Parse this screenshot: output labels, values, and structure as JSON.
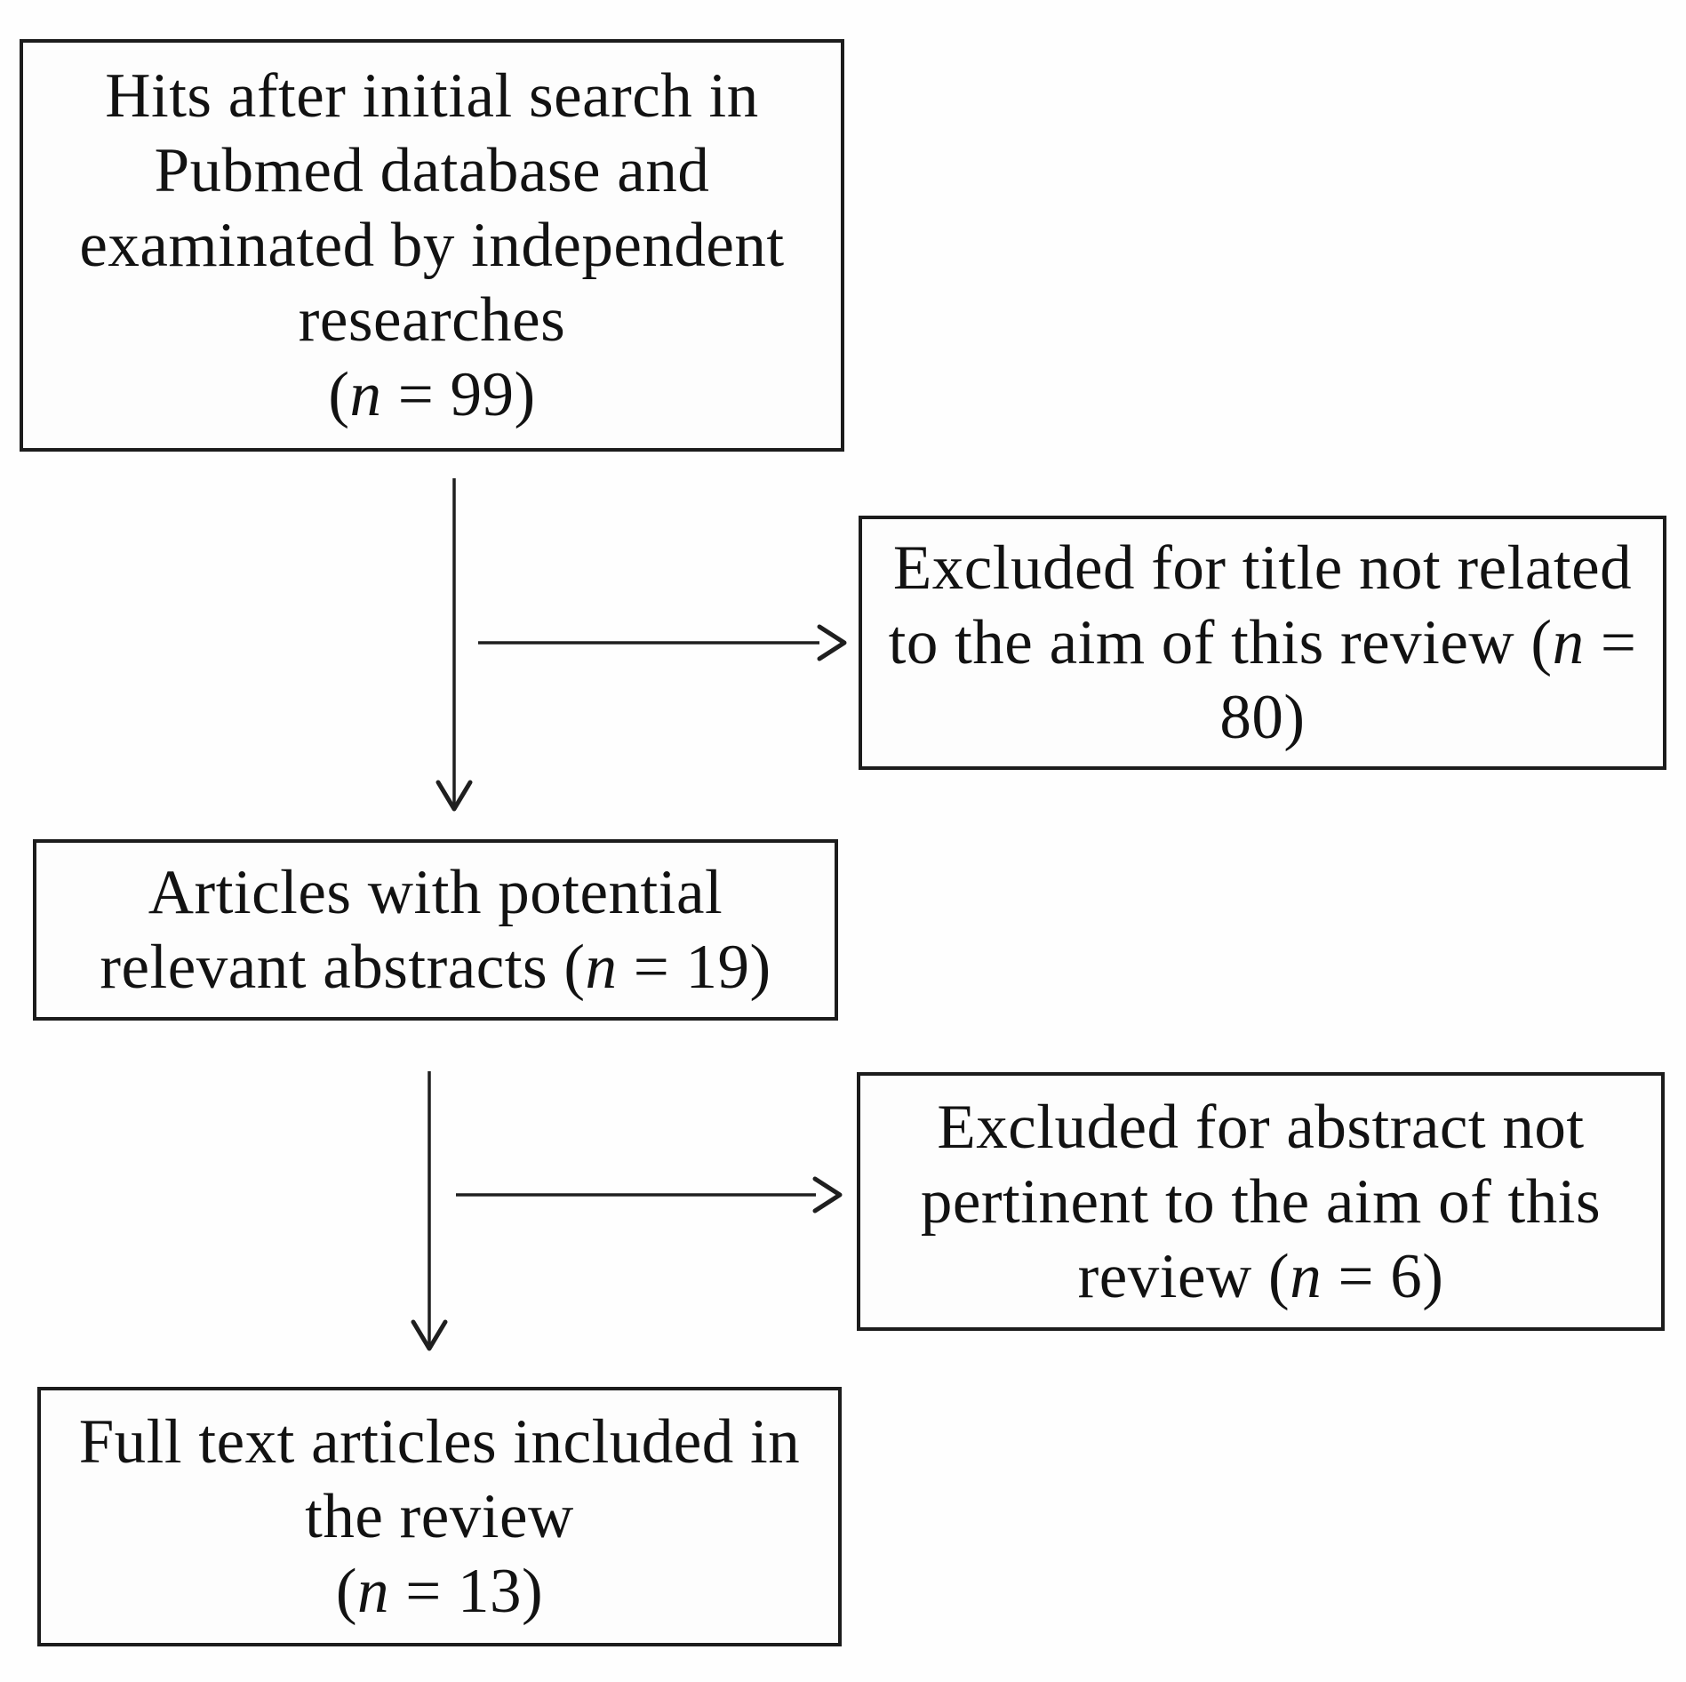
{
  "colors": {
    "ink": "#1c1c1c",
    "background": "#fefefe",
    "text": "#121212"
  },
  "boxes": {
    "hits": {
      "l1": "Hits after initial search in",
      "l2": "Pubmed database and",
      "l3": "examinated by independent",
      "l4": "researches",
      "n_open": "(",
      "n_var": "n",
      "n_close": " = 99)"
    },
    "excluded_title": {
      "l1": "Excluded for title not related",
      "l2_pre": "to the aim of this review (",
      "l2_var": "n",
      "l2_post": " =",
      "l3": "80)"
    },
    "abstracts": {
      "l1": "Articles with potential",
      "l2_pre": "relevant abstracts (",
      "l2_var": "n",
      "l2_post": " = 19)"
    },
    "excluded_abstract": {
      "l1": "Excluded for abstract not",
      "l2": "pertinent to the aim of this",
      "l3_pre": "review (",
      "l3_var": "n",
      "l3_post": " = 6)"
    },
    "included": {
      "l1": "Full text articles included in",
      "l2": "the review",
      "n_open": "(",
      "n_var": "n",
      "n_close": " = 13)"
    }
  }
}
